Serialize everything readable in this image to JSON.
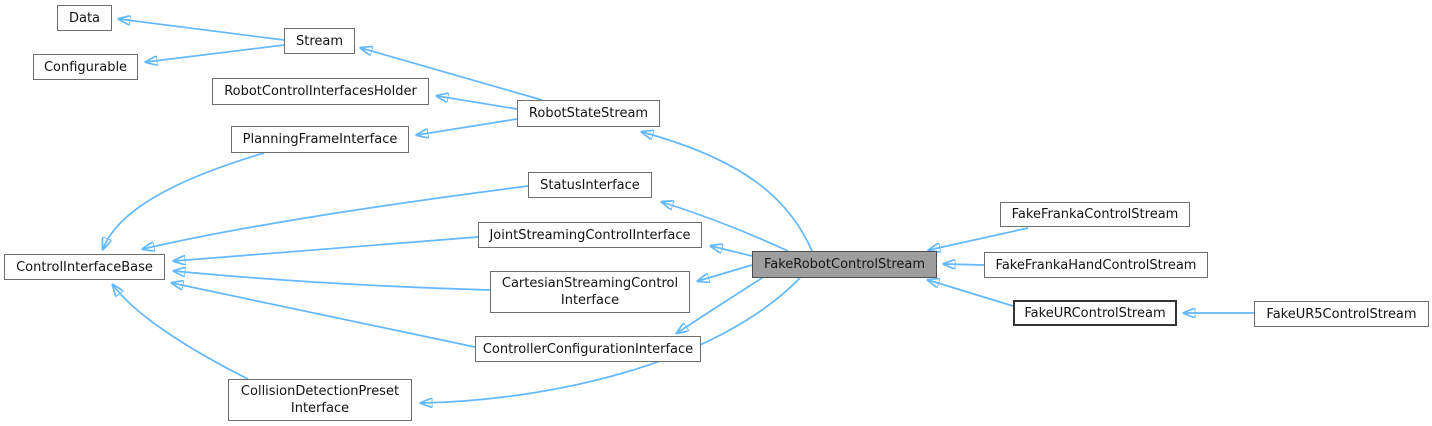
{
  "diagram": {
    "kind": "class-inheritance-graph",
    "focus_class": "FakeRobotControlStream",
    "colors": {
      "background": "#ffffff",
      "edge": "#63b8ff",
      "node_fill": "#ffffff",
      "node_border": "#6e6e6e",
      "highlight_node_fill": "#9e9e9e",
      "highlight_node_border": "#4d4d4d",
      "bold_node_border": "#353535",
      "text": "#141414"
    },
    "nodes": {
      "data": {
        "label": "Data"
      },
      "configurable": {
        "label": "Configurable"
      },
      "stream": {
        "label": "Stream"
      },
      "robot_control_interfaces_holder": {
        "label": "RobotControlInterfacesHolder"
      },
      "planning_frame_interface": {
        "label": "PlanningFrameInterface"
      },
      "robot_state_stream": {
        "label": "RobotStateStream"
      },
      "status_interface": {
        "label": "StatusInterface"
      },
      "joint_streaming_control_interface": {
        "label": "JointStreamingControlInterface"
      },
      "cartesian_streaming_control_interface": {
        "label": "CartesianStreamingControl\nInterface"
      },
      "controller_configuration_interface": {
        "label": "ControllerConfigurationInterface"
      },
      "control_interface_base": {
        "label": "ControlInterfaceBase"
      },
      "collision_detection_preset_interface": {
        "label": "CollisionDetectionPreset\nInterface"
      },
      "fake_robot_control_stream": {
        "label": "FakeRobotControlStream"
      },
      "fake_franka_control_stream": {
        "label": "FakeFrankaControlStream"
      },
      "fake_franka_hand_control_stream": {
        "label": "FakeFrankaHandControlStream"
      },
      "fake_ur_control_stream": {
        "label": "FakeURControlStream"
      },
      "fake_ur5_control_stream": {
        "label": "FakeUR5ControlStream"
      }
    },
    "edges": [
      {
        "from": "Stream",
        "to": "Data"
      },
      {
        "from": "Stream",
        "to": "Configurable"
      },
      {
        "from": "RobotStateStream",
        "to": "Stream"
      },
      {
        "from": "RobotStateStream",
        "to": "RobotControlInterfacesHolder"
      },
      {
        "from": "RobotStateStream",
        "to": "PlanningFrameInterface"
      },
      {
        "from": "PlanningFrameInterface",
        "to": "ControlInterfaceBase"
      },
      {
        "from": "StatusInterface",
        "to": "ControlInterfaceBase"
      },
      {
        "from": "JointStreamingControlInterface",
        "to": "ControlInterfaceBase"
      },
      {
        "from": "CartesianStreamingControlInterface",
        "to": "ControlInterfaceBase"
      },
      {
        "from": "ControllerConfigurationInterface",
        "to": "ControlInterfaceBase"
      },
      {
        "from": "CollisionDetectionPresetInterface",
        "to": "ControlInterfaceBase"
      },
      {
        "from": "FakeRobotControlStream",
        "to": "RobotStateStream"
      },
      {
        "from": "FakeRobotControlStream",
        "to": "StatusInterface"
      },
      {
        "from": "FakeRobotControlStream",
        "to": "JointStreamingControlInterface"
      },
      {
        "from": "FakeRobotControlStream",
        "to": "CartesianStreamingControlInterface"
      },
      {
        "from": "FakeRobotControlStream",
        "to": "ControllerConfigurationInterface"
      },
      {
        "from": "FakeRobotControlStream",
        "to": "CollisionDetectionPresetInterface"
      },
      {
        "from": "FakeFrankaControlStream",
        "to": "FakeRobotControlStream"
      },
      {
        "from": "FakeFrankaHandControlStream",
        "to": "FakeRobotControlStream"
      },
      {
        "from": "FakeURControlStream",
        "to": "FakeRobotControlStream"
      },
      {
        "from": "FakeUR5ControlStream",
        "to": "FakeURControlStream"
      }
    ]
  }
}
